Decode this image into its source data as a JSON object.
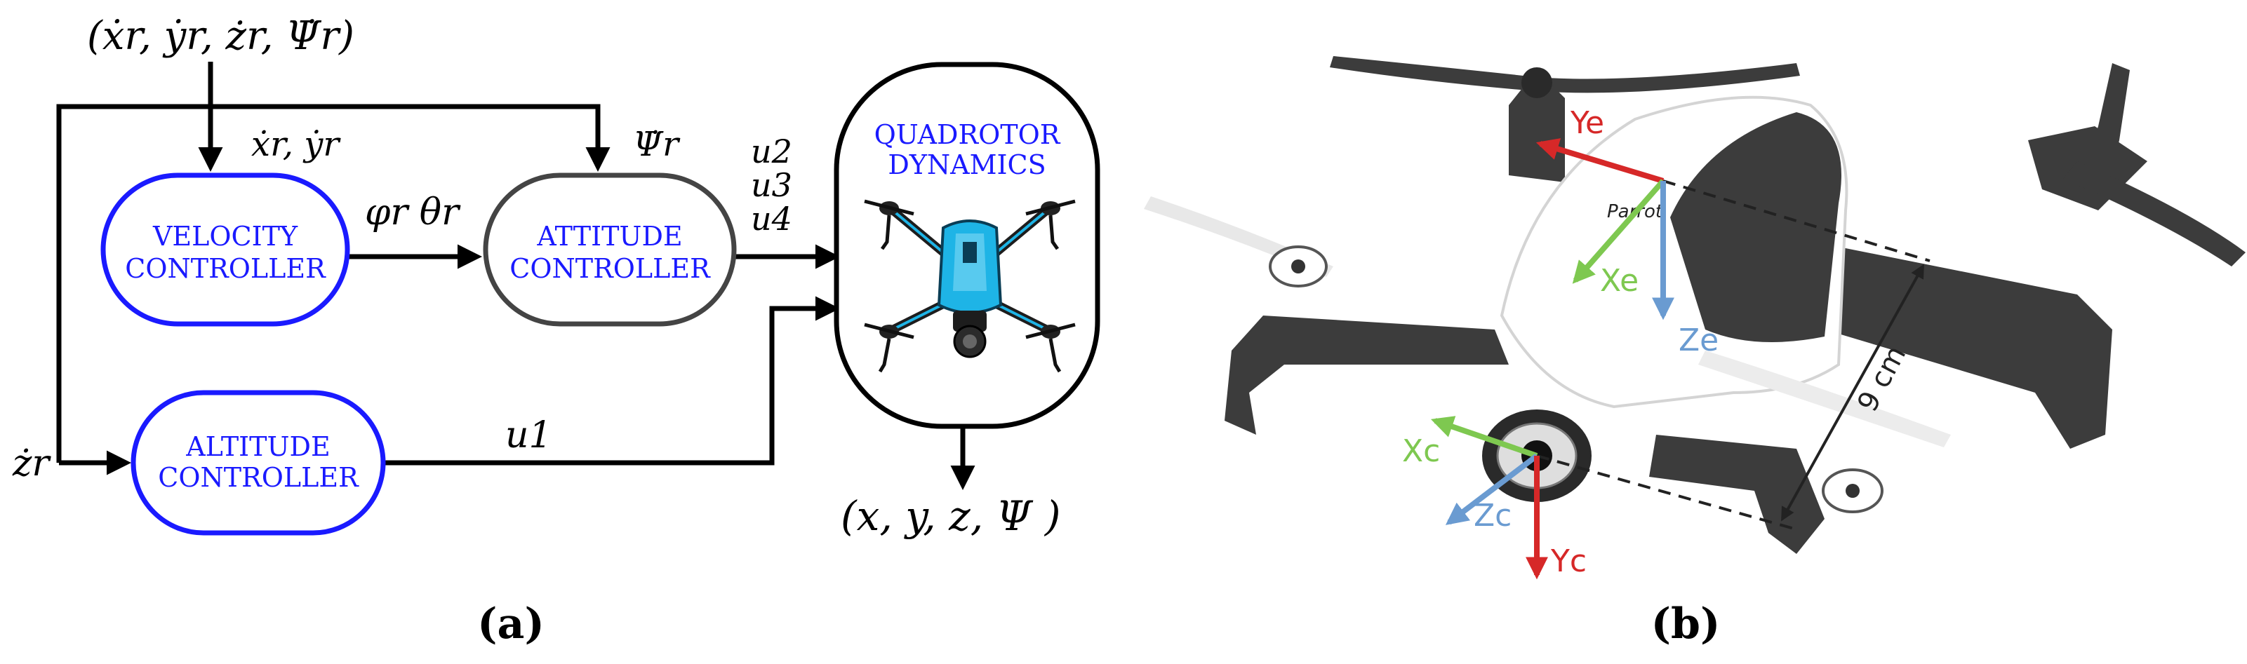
{
  "panel_a": {
    "label": "(a)",
    "input_top": "(ẋ<sub>r</sub>,  ẏ<sub>r</sub>,  ż<sub>r</sub>,  Ψ̇<sub>r</sub>)",
    "input_top_text": "(ẋr, ẏr, żr, Ψ̇r)",
    "input_left": "żr",
    "sig_xy": "ẋr, ẏr",
    "sig_psi": "Ψ̇r",
    "sig_phi_theta": "φr θr",
    "sig_u1": "u1",
    "sig_u2": "u2",
    "sig_u3": "u3",
    "sig_u4": "u4",
    "output": "(x,  y,  z, Ψ )",
    "velocity_controller": [
      "VELOCITY",
      "CONTROLLER"
    ],
    "attitude_controller": [
      "ATTITUDE",
      "CONTROLLER"
    ],
    "altitude_controller": [
      "ALTITUDE",
      "CONTROLLER"
    ],
    "dynamics": [
      "QUADROTOR",
      "DYNAMICS"
    ]
  },
  "panel_b": {
    "label": "(b)",
    "axis_ye": "Ye",
    "axis_xe": "Xe",
    "axis_ze": "Ze",
    "axis_xc": "Xc",
    "axis_zc": "Zc",
    "axis_yc": "Yc",
    "distance": "9 cm",
    "brand": "Parrot"
  },
  "colors": {
    "controller_blue": "#1a1aff",
    "axis_red": "#d62828",
    "axis_green": "#7ec850",
    "axis_blue": "#6a9bd1",
    "drone_dark": "#3c3c3c",
    "drone_cyan": "#1eb4e6"
  }
}
